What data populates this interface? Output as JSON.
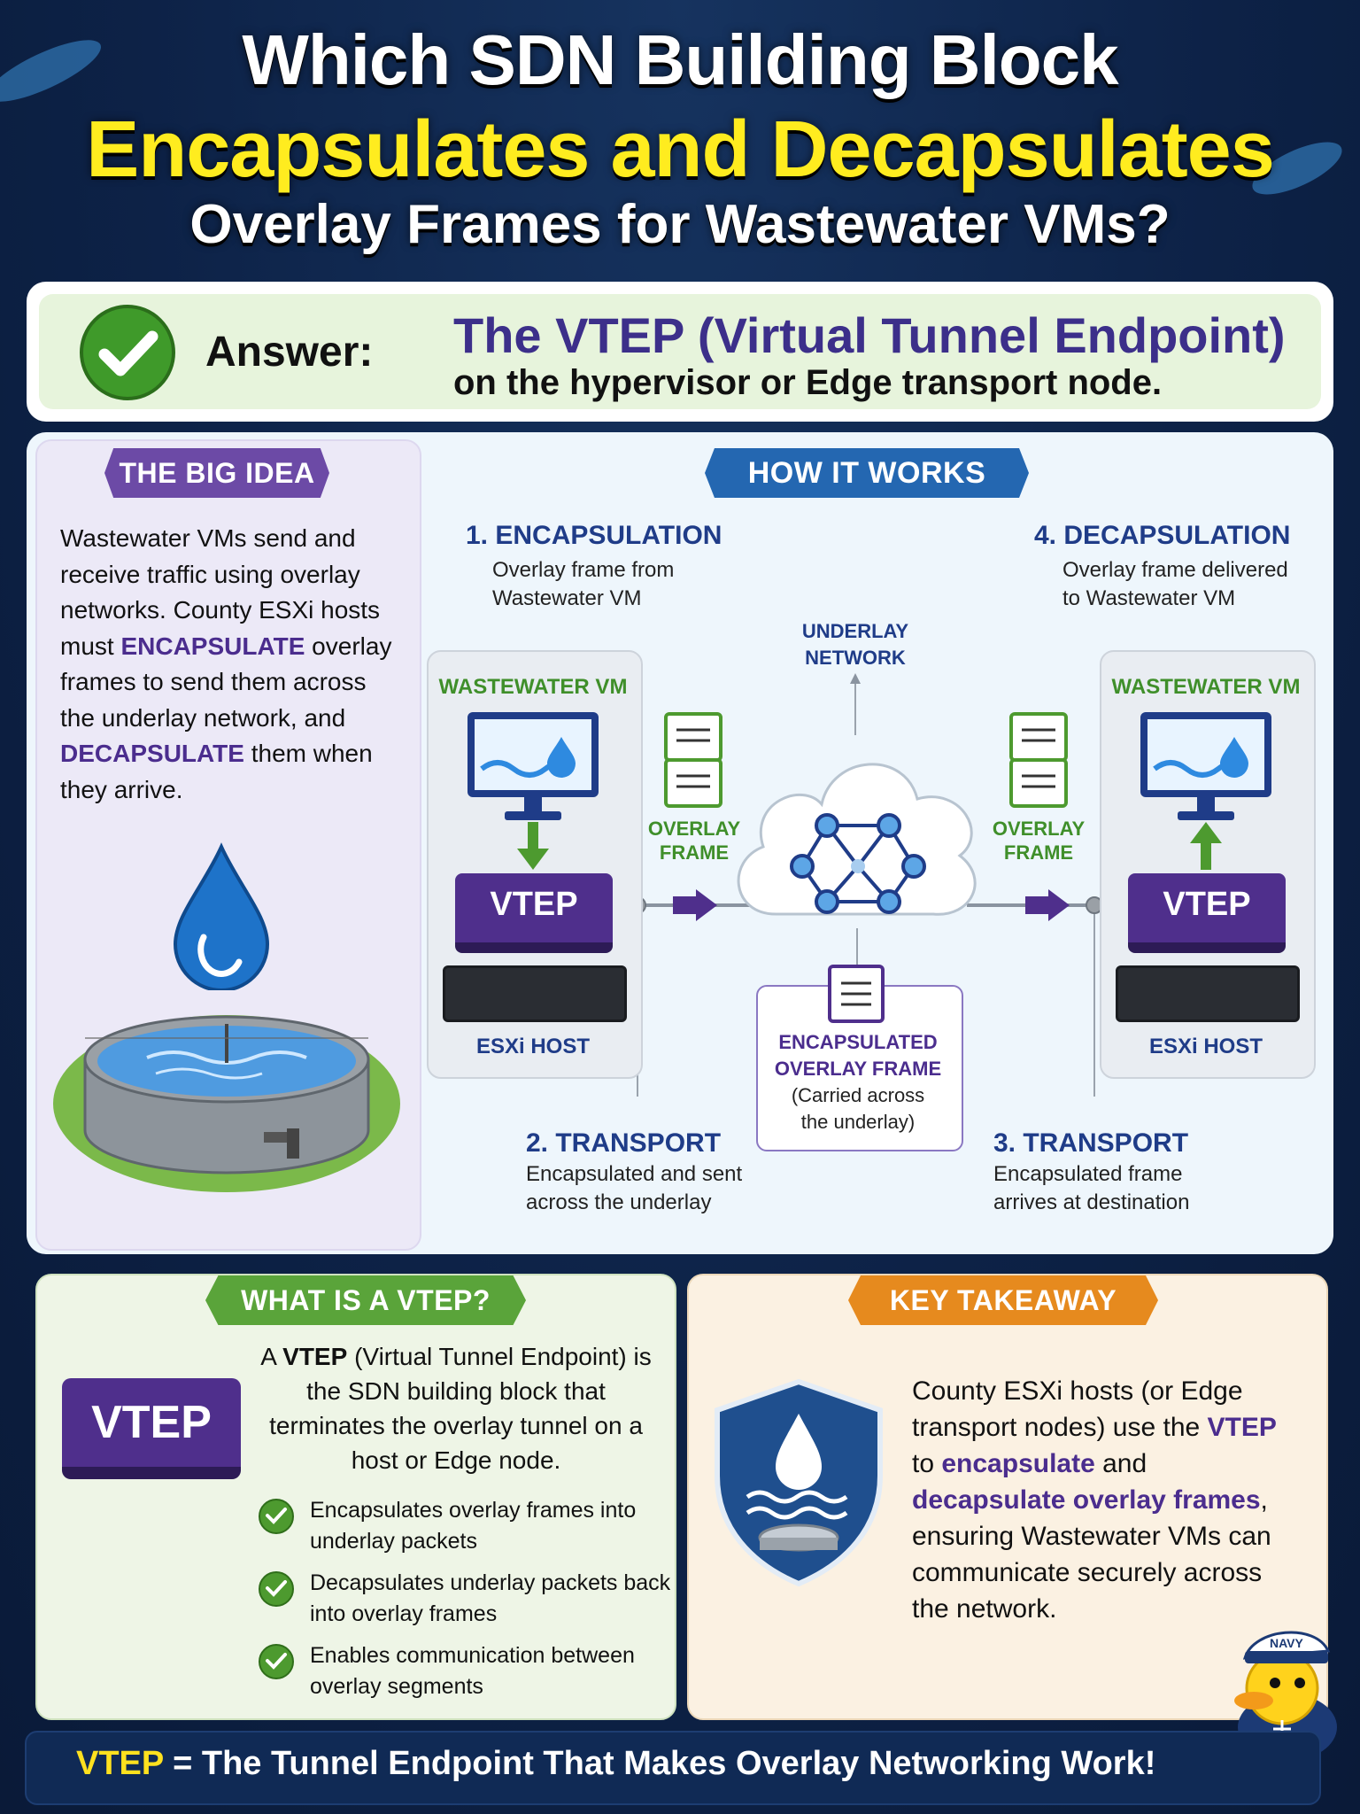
{
  "title": {
    "line1": "Which SDN Building Block",
    "line2": "Encapsulates and Decapsulates",
    "line3": "Overlay Frames for Wastewater VMs?"
  },
  "answer": {
    "label": "Answer:",
    "main": "The VTEP (Virtual Tunnel Endpoint)",
    "sub": "on the hypervisor or Edge transport node."
  },
  "big_idea": {
    "heading": "THE BIG IDEA",
    "p1": "Wastewater VMs send and receive traffic using overlay networks. County ESXi hosts must ",
    "hl1": "ENCAPSULATE",
    "p2": " overlay frames to send them across the underlay network, and ",
    "hl2": "DECAPSULATE",
    "p3": " them when they arrive."
  },
  "how": {
    "heading": "HOW IT WORKS",
    "step1_title": "1. ENCAPSULATION",
    "step1_desc_a": "Overlay frame from",
    "step1_desc_b": "Wastewater VM",
    "step2_title": "2. TRANSPORT",
    "step2_desc_a": "Encapsulated and sent",
    "step2_desc_b": "across the underlay",
    "step3_title": "3. TRANSPORT",
    "step3_desc_a": "Encapsulated frame",
    "step3_desc_b": "arrives at destination",
    "step4_title": "4. DECAPSULATION",
    "step4_desc_a": "Overlay frame delivered",
    "step4_desc_b": "to Wastewater VM",
    "vm_label": "WASTEWATER VM",
    "vtep_label": "VTEP",
    "esxi_label": "ESXi HOST",
    "overlay_a": "OVERLAY",
    "overlay_b": "FRAME",
    "underlay_a": "UNDERLAY",
    "underlay_b": "NETWORK",
    "encap_a": "ENCAPSULATED",
    "encap_b": "OVERLAY FRAME",
    "encap_c": "(Carried across",
    "encap_d": "the underlay)"
  },
  "what_is": {
    "heading": "WHAT IS A VTEP?",
    "vtep": "VTEP",
    "desc_a": "A ",
    "desc_b": "VTEP",
    "desc_c": " (Virtual Tunnel Endpoint) is the SDN building block that terminates the overlay tunnel on a host or Edge node.",
    "items": [
      "Encapsulates overlay frames into underlay packets",
      "Decapsulates underlay packets back into overlay frames",
      "Enables communication between overlay segments"
    ]
  },
  "takeaway": {
    "heading": "KEY TAKEAWAY",
    "t1": "County ESXi hosts (or Edge transport nodes) use the ",
    "t2": "VTEP",
    "t3": " to ",
    "t4": "encapsulate",
    "t5": " and ",
    "t6": "decapsulate overlay frames",
    "t7": ", ensuring Wastewater VMs can communicate securely across the network.",
    "badge": "NAVY"
  },
  "footer": {
    "a": "VTEP",
    "b": " = The Tunnel Endpoint That Makes Overlay Networking Work!"
  },
  "colors": {
    "purple": "#4f2f8c",
    "green": "#3f8f2a",
    "blue": "#1f3c88",
    "yellow": "#ffec1f",
    "orange": "#e68a1e"
  }
}
